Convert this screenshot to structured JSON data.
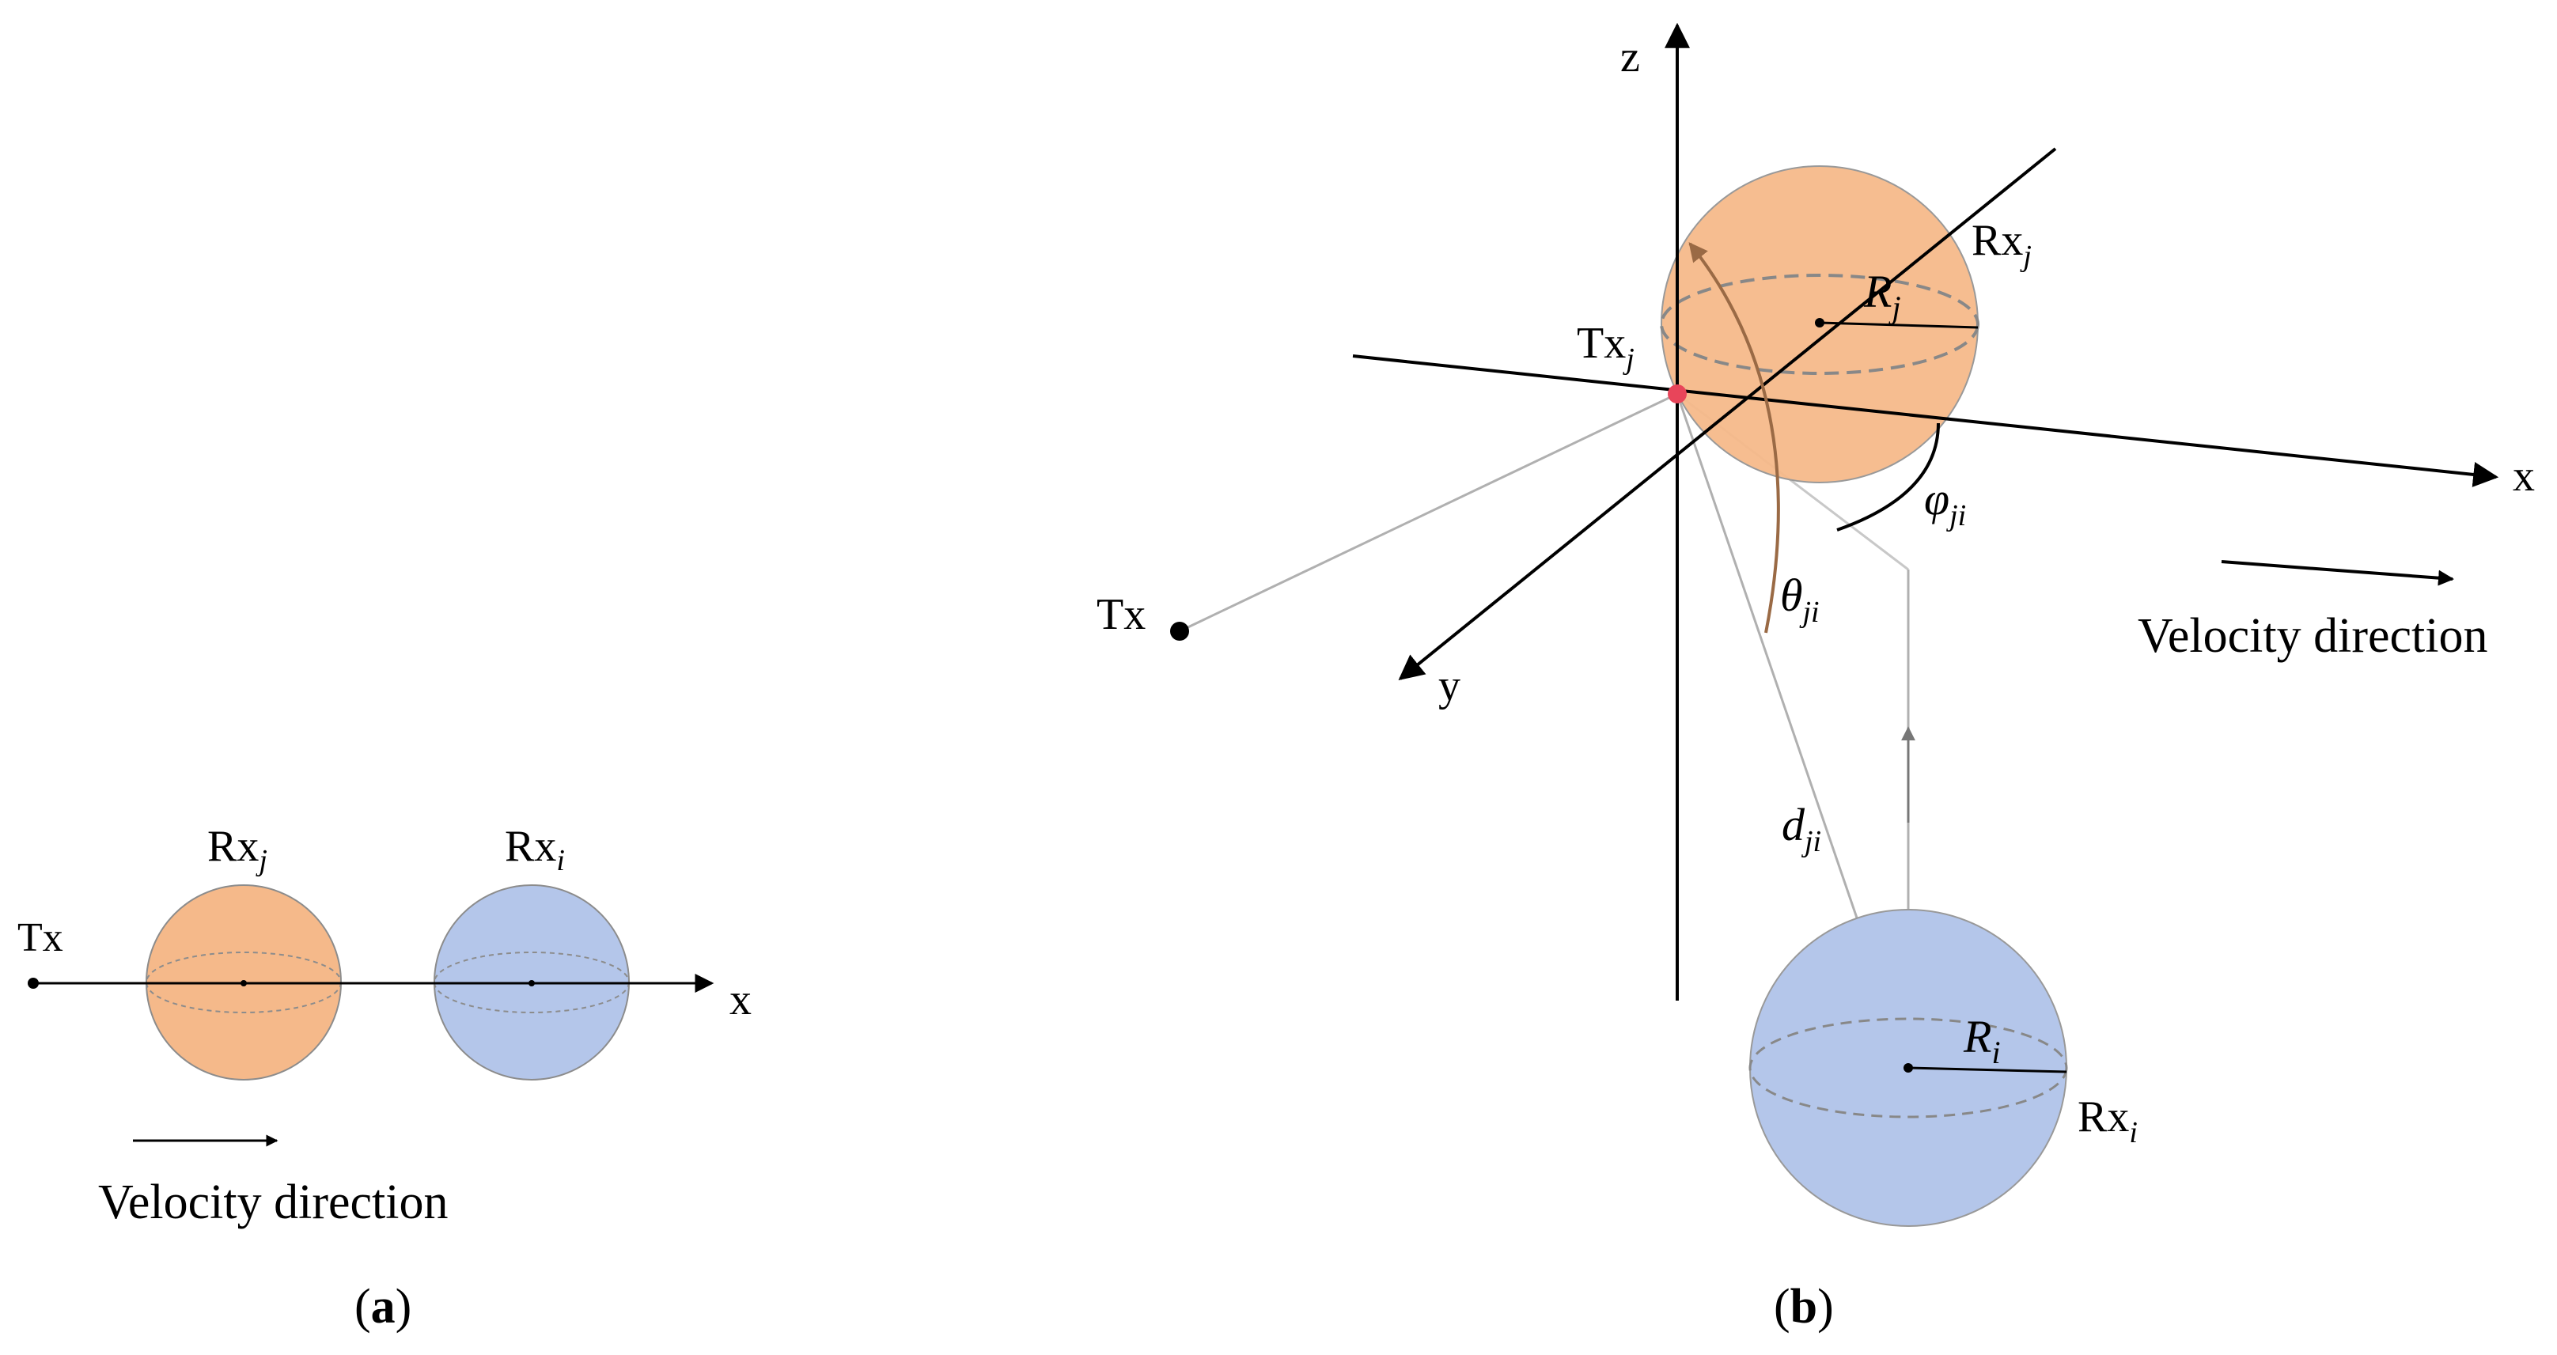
{
  "panel_a": {
    "tx_label": "Tx",
    "rxj_label": "Rx",
    "rxj_sub": "j",
    "rxi_label": "Rx",
    "rxi_sub": "i",
    "x_axis_label": "x",
    "velocity_label": "Velocity direction",
    "caption_open": "(",
    "caption_letter": "a",
    "caption_close": ")"
  },
  "panel_b": {
    "z_label": "z",
    "x_label": "x",
    "y_label": "y",
    "tx_label": "Tx",
    "txj_label": "Tx",
    "txj_sub": "j",
    "rxj_label": "Rx",
    "rxj_sub": "j",
    "rxi_label": "Rx",
    "rxi_sub": "i",
    "rj_label": "R",
    "rj_sub": "j",
    "ri_label": "R",
    "ri_sub": "i",
    "phi_label": "φ",
    "phi_sub": "ji",
    "theta_label": "θ",
    "theta_sub": "ji",
    "d_label": "d",
    "d_sub": "ji",
    "velocity_label": "Velocity direction",
    "caption_open": "(",
    "caption_letter": "b",
    "caption_close": ")"
  },
  "colors": {
    "orange_sphere": "#F5B98A",
    "blue_sphere": "#B4C6EA",
    "tx_dot_highlight": "#E8455A",
    "guide_line": "#B0B0B0",
    "axis": "#000000"
  }
}
